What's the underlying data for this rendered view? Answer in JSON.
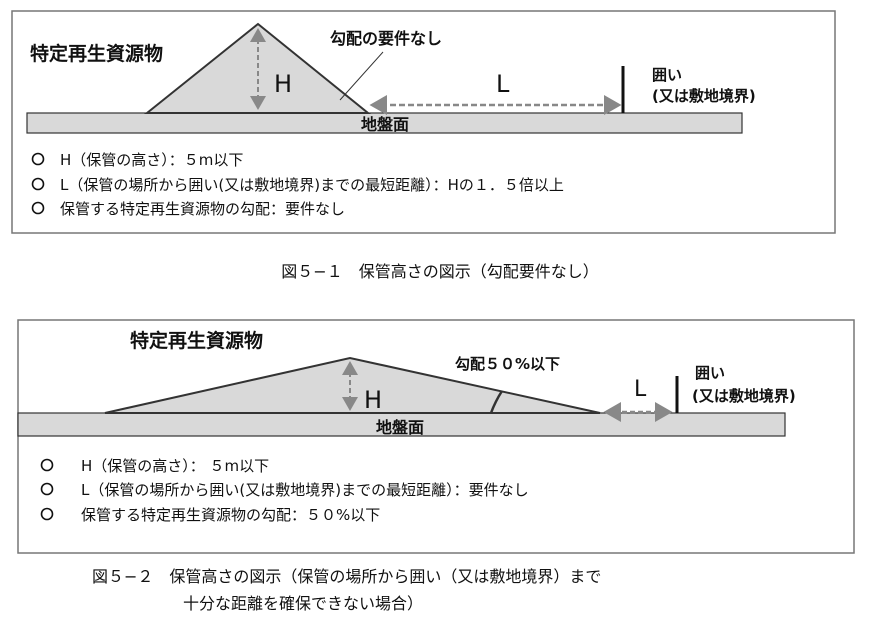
{
  "figure1": {
    "material_label": "特定再生資源物",
    "slope_note": "勾配の要件なし",
    "h_label": "H",
    "l_label": "L",
    "fence_label_1": "囲い",
    "fence_label_2": "(又は敷地境界)",
    "ground_label": "地盤面",
    "bullets": [
      "H（保管の高さ）：５m以下",
      "L（保管の場所から囲い(又は敷地境界)までの最短距離）：Hの１．５倍以上",
      "保管する特定再生資源物の勾配：要件なし"
    ],
    "caption": "図５−１　保管高さの図示（勾配要件なし）"
  },
  "figure2": {
    "material_label": "特定再生資源物",
    "slope_note": "勾配５０%以下",
    "h_label": "H",
    "l_label": "L",
    "fence_label_1": "囲い",
    "fence_label_2": "(又は敷地境界)",
    "ground_label": "地盤面",
    "bullets": [
      "H（保管の高さ）： ５m以下",
      "L（保管の場所から囲い(又は敷地境界)までの最短距離）：要件なし",
      "保管する特定再生資源物の勾配：５０%以下"
    ],
    "caption_line1": "図５−２　保管高さの図示（保管の場所から囲い（又は敷地境界）まで",
    "caption_line2": "十分な距離を確保できない場合）"
  }
}
